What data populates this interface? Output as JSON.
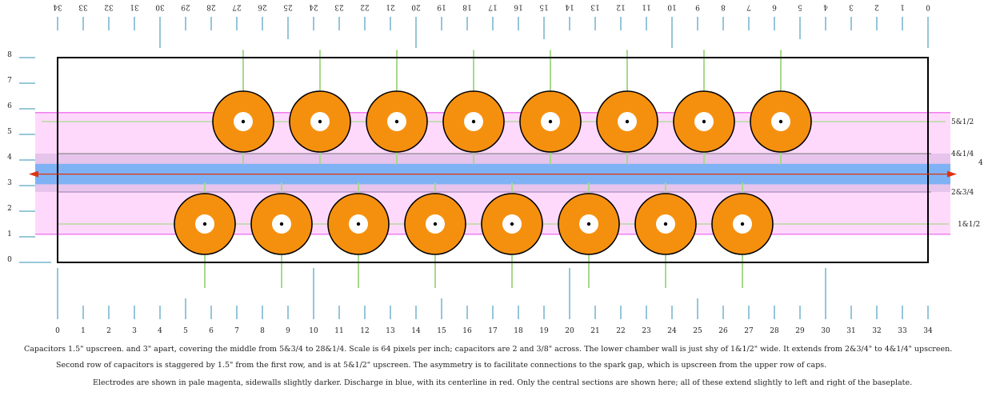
{
  "scale": {
    "top_labels": [
      "0",
      "1",
      "2",
      "3",
      "4",
      "5",
      "6",
      "7",
      "8",
      "9",
      "10",
      "11",
      "12",
      "13",
      "14",
      "15",
      "16",
      "17",
      "18",
      "19",
      "20",
      "21",
      "22",
      "23",
      "24",
      "25",
      "26",
      "27",
      "28",
      "29",
      "30",
      "31",
      "32",
      "33",
      "34"
    ],
    "bottom_labels": [
      "0",
      "1",
      "2",
      "3",
      "4",
      "5",
      "6",
      "7",
      "8",
      "9",
      "10",
      "11",
      "12",
      "13",
      "14",
      "15",
      "16",
      "17",
      "18",
      "19",
      "20",
      "21",
      "22",
      "23",
      "24",
      "25",
      "26",
      "27",
      "28",
      "29",
      "30",
      "31",
      "32",
      "33",
      "34"
    ],
    "left_labels": [
      "0",
      "1",
      "2",
      "3",
      "4",
      "5",
      "6",
      "7",
      "8"
    ]
  },
  "right_labels": {
    "upper_row": "5&1/2",
    "upper_wall": "4&1/4",
    "electrode": "4",
    "lower_wall": "2&3/4",
    "lower_row": "1&1/2"
  },
  "values": {
    "baseplate_inches": [
      0,
      34
    ],
    "upper_row_center": 5.5,
    "lower_row_center": 1.5,
    "chamber_wall_range": [
      2.75,
      4.25
    ],
    "electrode_upper_range": [
      3.9,
      5.85
    ],
    "electrode_lower_range": [
      1.1,
      3.05
    ],
    "discharge_range": [
      3.05,
      3.85
    ],
    "discharge_centerline": 3.45,
    "capacitor_diameter": 2.375,
    "capacitor_hole_diameter": 0.75,
    "upper_row_x": [
      28.25,
      25.25,
      22.25,
      19.25,
      16.25,
      13.25,
      10.25,
      7.25
    ],
    "lower_row_x": [
      26.75,
      23.75,
      20.75,
      17.75,
      14.75,
      11.75,
      8.75,
      5.75
    ]
  },
  "colors": {
    "electrode": "#ffd9fb",
    "electrode_edge": "#f07cf2",
    "sidewall": "#e6c4ec",
    "discharge": "#7fb2f4",
    "centerline": "#dd3311",
    "capacitor": "#f5900f",
    "lead": "#a8d98c",
    "tick": "#5aa7c4"
  },
  "captions": {
    "line1": "Capacitors 1.5\" upscreen. and 3\" apart, covering the middle from 5&3/4 to 28&1/4.   Scale is 64 pixels per inch; capacitors are 2 and 3/8\" across.   The lower chamber wall is just shy of 1&1/2\" wide.  It extends from 2&3/4\" to 4&1/4\" upscreen.",
    "line2": "Second row of capacitors is staggered by 1.5\" from the first row, and is at 5&1/2\" upscreen.   The asymmetry is to facilitate connections to the spark gap, which is upscreen from the upper row of caps.",
    "line3": "Electrodes are shown in pale magenta, sidewalls slightly darker. Discharge in blue, with its centerline in red. Only the central sections are shown here; all of these extend slightly to left and right of the baseplate."
  }
}
